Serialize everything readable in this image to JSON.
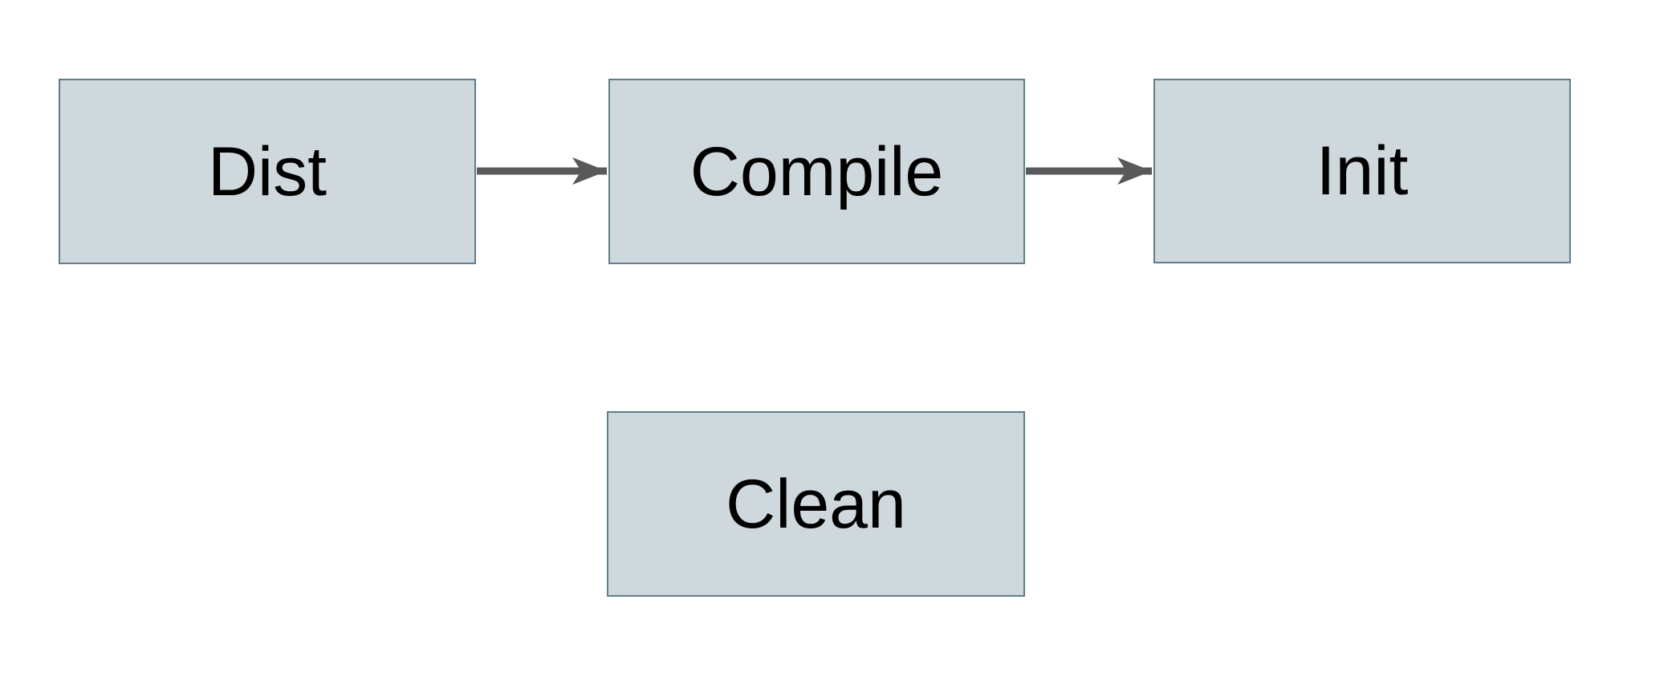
{
  "diagram": {
    "type": "flowchart",
    "background_color": "#ffffff",
    "colors": {
      "node_fill": "#cfd8dc",
      "node_border": "#607d8b",
      "arrow": "#58595b",
      "text": "#000000"
    },
    "nodes": [
      {
        "id": "dist",
        "label": "Dist"
      },
      {
        "id": "compile",
        "label": "Compile"
      },
      {
        "id": "init",
        "label": "Init"
      },
      {
        "id": "clean",
        "label": "Clean"
      }
    ],
    "edges": [
      {
        "from": "Dist",
        "to": "Compile",
        "direction": "right"
      },
      {
        "from": "Compile",
        "to": "Init",
        "direction": "right"
      }
    ]
  }
}
